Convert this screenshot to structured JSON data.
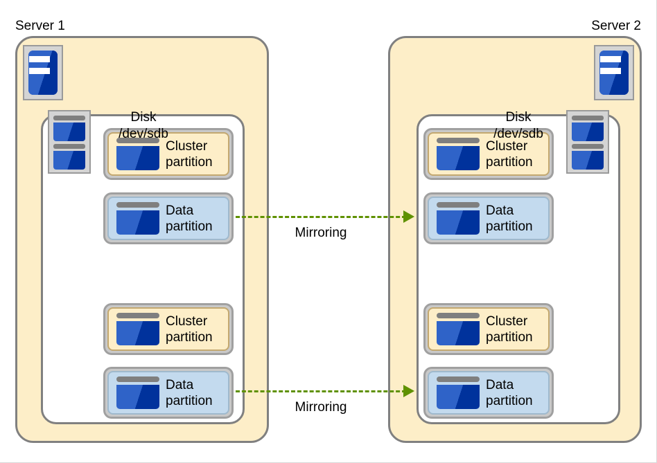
{
  "diagram": {
    "title_left": "Server 1",
    "title_right": "Server 2",
    "background": "#ffffff",
    "colors": {
      "server_panel_fill": "#fdeec8",
      "server_panel_border": "#808080",
      "disk_box_fill": "#ffffff",
      "cluster_partition_fill": "#fdeec8",
      "data_partition_fill": "#c3daee",
      "partition_border": "#a0a0a0",
      "glyph_blue_light": "#2f63c8",
      "glyph_blue_dark": "#00329c",
      "glyph_cap_gray": "#7f7f7f",
      "mirror_green": "#5f9100",
      "icon_bg_gray": "#d4d4d4"
    }
  },
  "servers": [
    {
      "label": "Server 1",
      "server_icon_name": "server-icon",
      "disk_icon_name": "disk-icon",
      "disk": {
        "title_line1": "Disk",
        "title_line2": "/dev/sdb",
        "partitions": [
          {
            "type": "cluster",
            "line1": "Cluster",
            "line2": "partition"
          },
          {
            "type": "data",
            "line1": "Data",
            "line2": "partition"
          },
          {
            "type": "cluster",
            "line1": "Cluster",
            "line2": "partition"
          },
          {
            "type": "data",
            "line1": "Data",
            "line2": "partition"
          }
        ]
      }
    },
    {
      "label": "Server 2",
      "server_icon_name": "server-icon",
      "disk_icon_name": "disk-icon",
      "disk": {
        "title_line1": "Disk",
        "title_line2": "/dev/sdb",
        "partitions": [
          {
            "type": "cluster",
            "line1": "Cluster",
            "line2": "partition"
          },
          {
            "type": "data",
            "line1": "Data",
            "line2": "partition"
          },
          {
            "type": "cluster",
            "line1": "Cluster",
            "line2": "partition"
          },
          {
            "type": "data",
            "line1": "Data",
            "line2": "partition"
          }
        ]
      }
    }
  ],
  "connectors": [
    {
      "label": "Mirroring",
      "from": "server1-data-partition-1",
      "to": "server2-data-partition-1",
      "style": "dashed-arrow-right",
      "color": "#5f9100"
    },
    {
      "label": "Mirroring",
      "from": "server1-data-partition-2",
      "to": "server2-data-partition-2",
      "style": "dashed-arrow-right",
      "color": "#5f9100"
    }
  ]
}
